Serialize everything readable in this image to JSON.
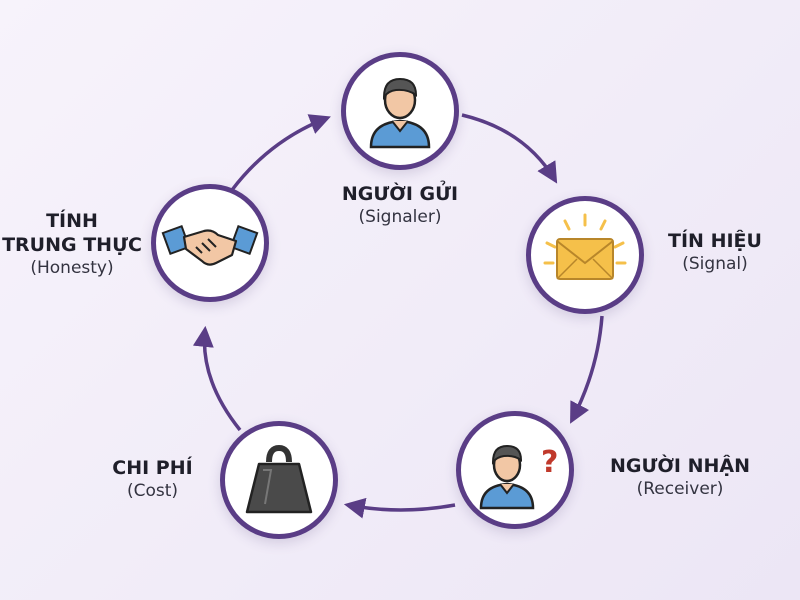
{
  "nodes": [
    {
      "id": "sender",
      "title": "NGƯỜI GỬI",
      "subtitle": "(Signaler)",
      "icon": "person-icon"
    },
    {
      "id": "signal",
      "title": "TÍN HIỆU",
      "subtitle": "(Signal)",
      "icon": "envelope-icon"
    },
    {
      "id": "receiver",
      "title": "NGƯỜI NHẬN",
      "subtitle": "(Receiver)",
      "icon": "person-question-icon"
    },
    {
      "id": "cost",
      "title": "CHI PHÍ",
      "subtitle": "(Cost)",
      "icon": "weight-icon"
    },
    {
      "id": "honesty",
      "title_lines": [
        "TÍNH",
        "TRUNG THỰC"
      ],
      "subtitle": "(Honesty)",
      "icon": "handshake-icon"
    }
  ],
  "colors": {
    "ring": "#5a3d86",
    "arrow": "#5a3d86",
    "person_shirt": "#5b9bd5",
    "envelope": "#f5c04a",
    "weight": "#4a4a4a",
    "question": "#c0392b"
  }
}
